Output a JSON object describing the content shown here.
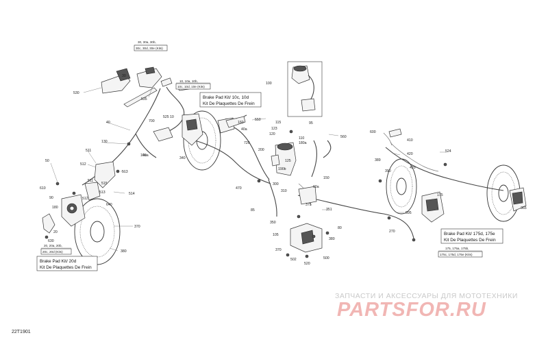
{
  "diagram_code": "22T1901",
  "watermark": {
    "tagline": "ЗАПЧАСТИ И АКСЕССУАРЫ ДЛЯ МОТОТЕХНИКИ",
    "logo": "PARTSFOR.RU"
  },
  "callout_boxes": {
    "front_right": {
      "line1": "Brake Pad Kit/ 10c, 10d",
      "line2": "Kit De Plaquettes De Frein"
    },
    "front_left": {
      "line1": "Brake Pad Kit/ 20d",
      "line2": "Kit De Plaquettes De Frein"
    },
    "rear": {
      "line1": "Brake Pad Kit/ 175d, 175e",
      "line2": "Kit De Plaquettes De Frein"
    }
  },
  "ref_groups": {
    "handlebar": {
      "line1": "30, 30a, 30b,",
      "line2": "30c, 30d, 30e (Kits)"
    },
    "caliper_front_right": {
      "line1": "10, 10a, 10b,",
      "line2": "10c, 10d, 10e (Kits)"
    },
    "caliper_front_left": {
      "line1": "20, 20a, 20b,",
      "line2": "20c, 20d (Kits)"
    },
    "caliper_rear": {
      "line1": "175, 175a, 175b,",
      "line2": "175c, 175d, 175e (Kits)"
    }
  },
  "labels": {
    "l530": "530",
    "l535": "535",
    "l525": "525",
    "l700": "700",
    "l30": "30",
    "l10": "10",
    "l40": "40",
    "l40a": "40a",
    "l130": "130",
    "l511": "511",
    "l512": "512",
    "l513": "513",
    "l50": "50",
    "l610": "610",
    "l90": "90",
    "l514": "514",
    "l515": "515",
    "l510": "510",
    "l640": "640",
    "l180": "180",
    "l20": "20",
    "l630": "630",
    "l370": "370",
    "l380": "380",
    "l10a": "10a",
    "l340": "340",
    "l550": "550",
    "l160": "160",
    "l40b": "40b",
    "l720": "720",
    "l100": "100",
    "l115": "115",
    "l123": "123",
    "l120": "120",
    "l110": "110",
    "l95": "95",
    "l560": "560",
    "l180a": "180a",
    "l200": "200",
    "l125": "125",
    "l190b": "190b",
    "l150": "150",
    "l470": "470",
    "l300": "300",
    "l310": "310",
    "l60a": "60a",
    "l85": "85",
    "l350": "350",
    "l105": "105",
    "l80": "80",
    "l375": "375",
    "l351": "351",
    "l500": "500",
    "l502": "502",
    "l520": "520",
    "l600": "600",
    "l410": "410",
    "l420": "420",
    "l524": "524",
    "l389": "389",
    "l390": "390",
    "l595": "595",
    "l270": "270",
    "l175": "175",
    "l365": "365"
  }
}
